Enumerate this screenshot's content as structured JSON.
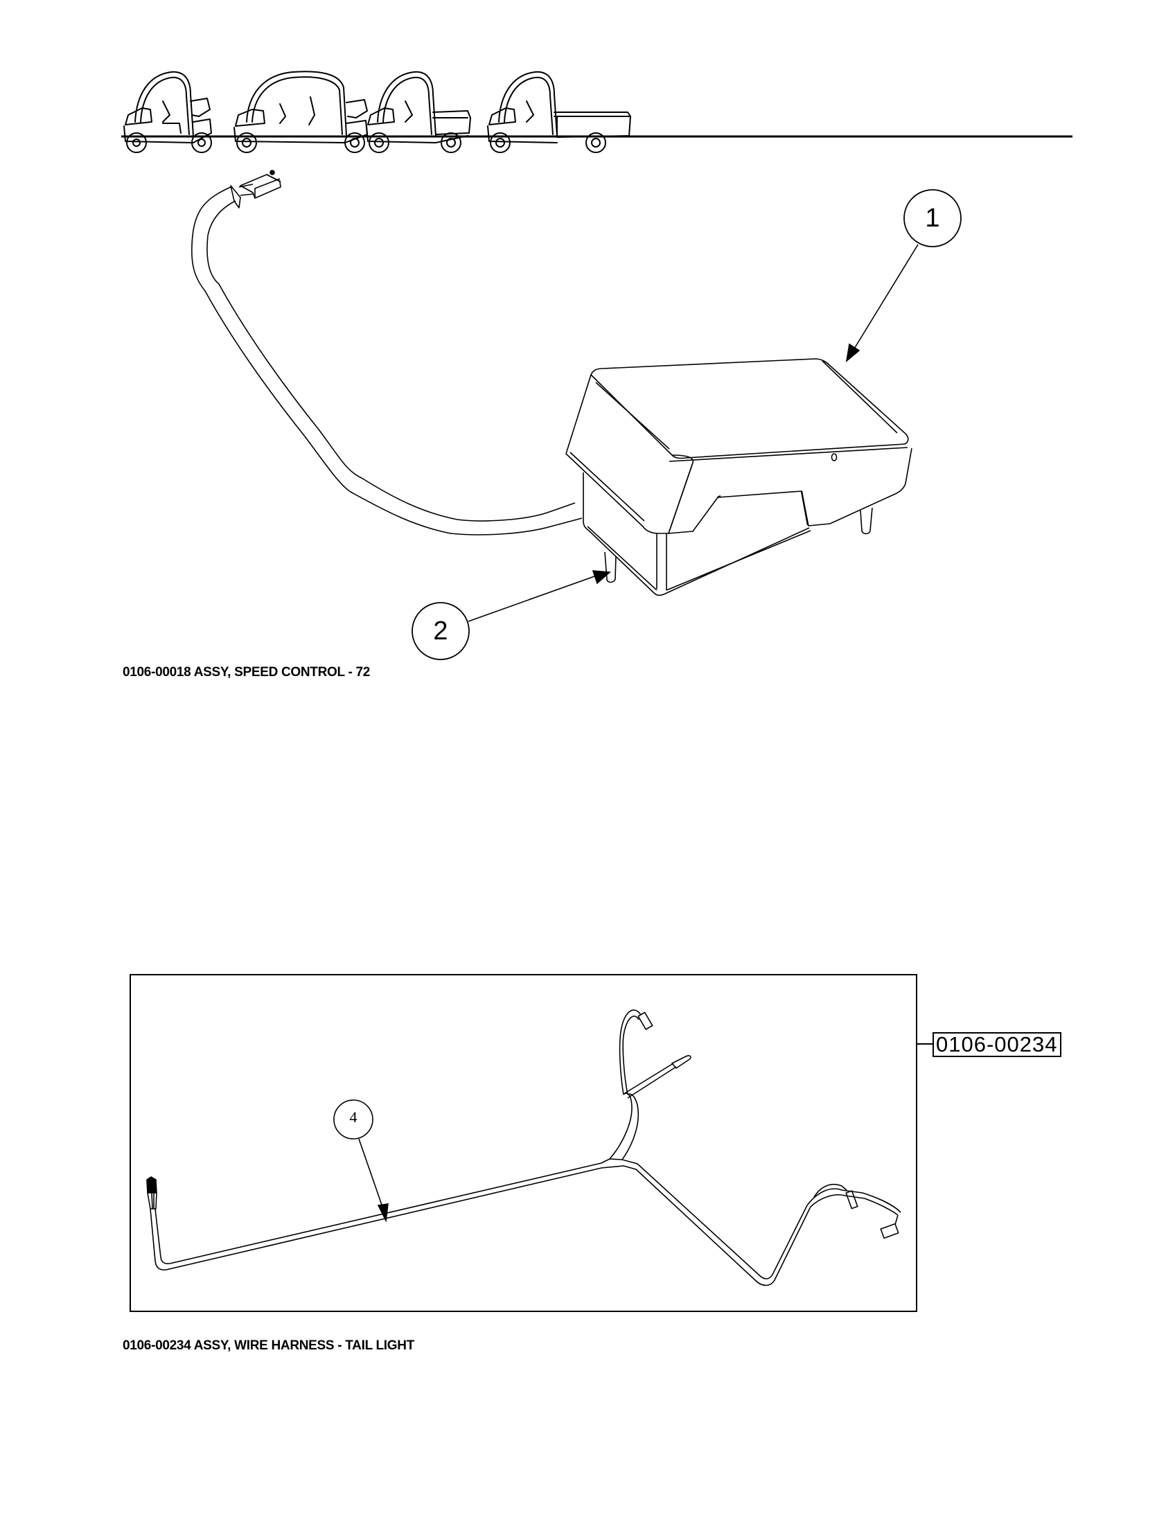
{
  "header": {
    "vehicle_icons": [
      "two-seat-vehicle-icon",
      "four-seat-vehicle-icon",
      "short-utility-vehicle-icon",
      "long-utility-vehicle-icon"
    ]
  },
  "figure1": {
    "caption": "0106-00018  ASSY, SPEED CONTROL - 72",
    "callouts": [
      {
        "number": "1"
      },
      {
        "number": "2"
      }
    ]
  },
  "figure2": {
    "caption": "0106-00234 ASSY, WIRE HARNESS - TAIL LIGHT",
    "part_label": "0106-00234",
    "callouts": [
      {
        "number": "4"
      }
    ]
  },
  "colors": {
    "ink": "#000000",
    "paper": "#ffffff"
  }
}
